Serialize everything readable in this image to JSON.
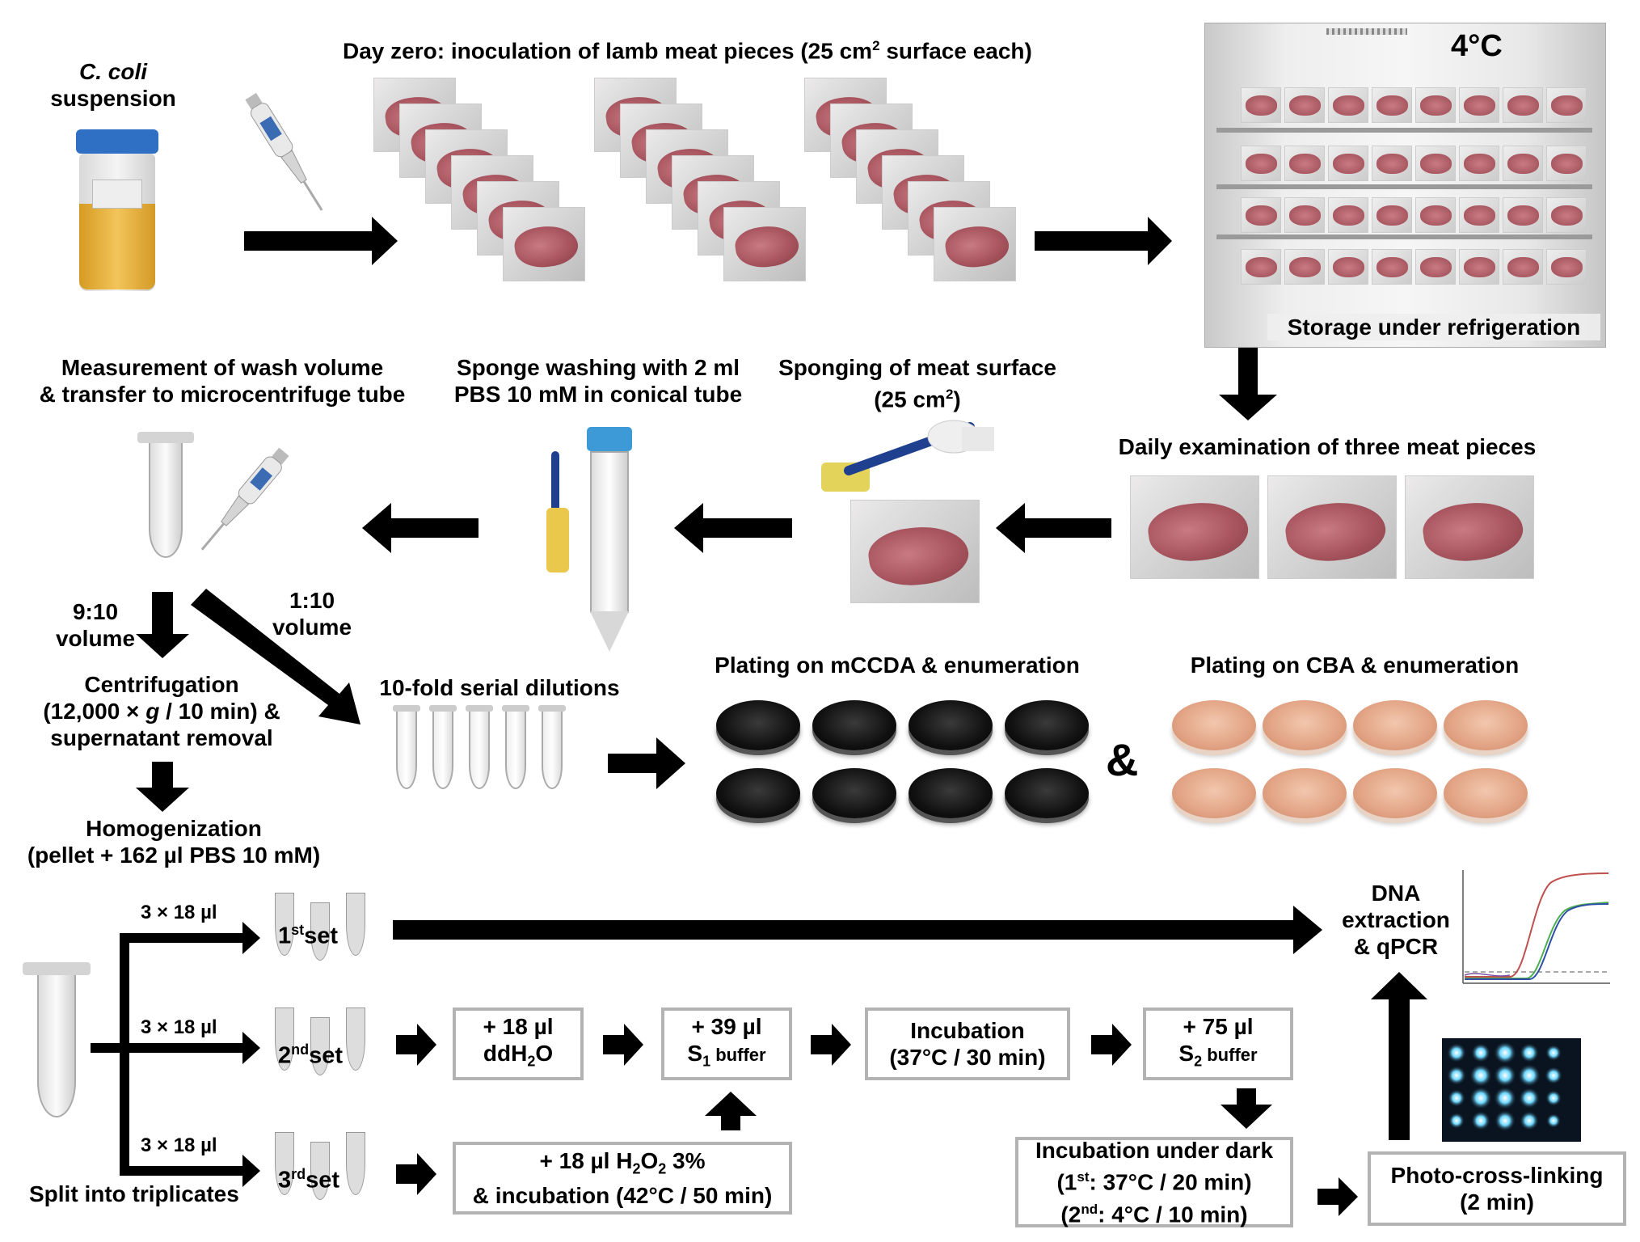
{
  "labels": {
    "coli_species": "C. coli",
    "coli_suspension": "suspension",
    "day_zero_prefix": "Day zero: inoculation of lamb meat pieces (25 cm",
    "day_zero_sup": "2",
    "day_zero_suffix": " surface each)",
    "temperature": "4°C",
    "storage": "Storage under refrigeration",
    "daily_exam": "Daily examination of three meat pieces",
    "sponging_line1": "Sponging of meat surface",
    "sponging_line2_prefix": "(25 cm",
    "sponging_line2_sup": "2",
    "sponging_line2_suffix": ")",
    "sponge_wash_line1": "Sponge washing with 2 ml",
    "sponge_wash_line2": "PBS 10 mM in conical tube",
    "measure_line1": "Measurement of wash volume",
    "measure_line2": "& transfer to microcentrifuge tube",
    "ratio_9_10_line1": "9:10",
    "ratio_9_10_line2": "volume",
    "ratio_1_10_line1": "1:10",
    "ratio_1_10_line2": "volume",
    "centrifugation_line1": "Centrifugation",
    "centrifugation_line2_prefix": "(12,000 × ",
    "centrifugation_line2_g": "g",
    "centrifugation_line2_suffix": " / 10 min) &",
    "centrifugation_line3": "supernatant removal",
    "homogenization_line1": "Homogenization",
    "homogenization_line2": "(pellet + 162 µl PBS 10 mM)",
    "serial_dilutions": "10-fold serial dilutions",
    "plating_mccda": "Plating on mCCDA & enumeration",
    "plating_cba": "Plating on CBA & enumeration",
    "ampersand": "&",
    "split_volume": "3 × 18 µl",
    "set1_num": "1",
    "set1_sup": "st",
    "set2_num": "2",
    "set2_sup": "nd",
    "set3_num": "3",
    "set3_sup": "rd",
    "set_word": "set",
    "split_triplicates": "Split into triplicates",
    "dna_line1": "DNA",
    "dna_line2": "extraction",
    "dna_line3": "& qPCR"
  },
  "boxes": {
    "ddh2o_line1": "+ 18 µl",
    "ddh2o_line2_prefix": "ddH",
    "ddh2o_line2_sub": "2",
    "ddh2o_line2_suffix": "O",
    "s1_line1": "+ 39 µl",
    "s1_line2_prefix": "S",
    "s1_line2_sub": "1",
    "s1_line2_suffix": " buffer",
    "incubation_line1": "Incubation",
    "incubation_line2": "(37°C / 30 min)",
    "s2_line1": "+ 75 µl",
    "s2_line2_prefix": "S",
    "s2_line2_sub": "2",
    "s2_line2_suffix": " buffer",
    "h2o2_line1_prefix": "+ 18 µl H",
    "h2o2_line1_sub1": "2",
    "h2o2_line1_mid": "O",
    "h2o2_line1_sub2": "2",
    "h2o2_line1_suffix": " 3%",
    "h2o2_line2": "& incubation (42°C / 50 min)",
    "dark_line1": "Incubation under dark",
    "dark_line2_prefix": "(1",
    "dark_line2_sup": "st",
    "dark_line2_suffix": ": 37°C / 20 min)",
    "dark_line3_prefix": "(2",
    "dark_line3_sup": "nd",
    "dark_line3_suffix": ": 4°C / 10 min)",
    "photo_line1": "Photo-cross-linking",
    "photo_line2": "(2 min)"
  },
  "colors": {
    "arrow": "#000000",
    "box_border": "#b3b3b3",
    "suspension_liquid": "#e9b53a",
    "cap_blue": "#2f6fc4",
    "dark_agar": "#111111",
    "blood_agar": "#e2a384",
    "qpcr_red": "#c0504d",
    "qpcr_green": "#4caf50",
    "qpcr_blue": "#2e4fa3"
  }
}
